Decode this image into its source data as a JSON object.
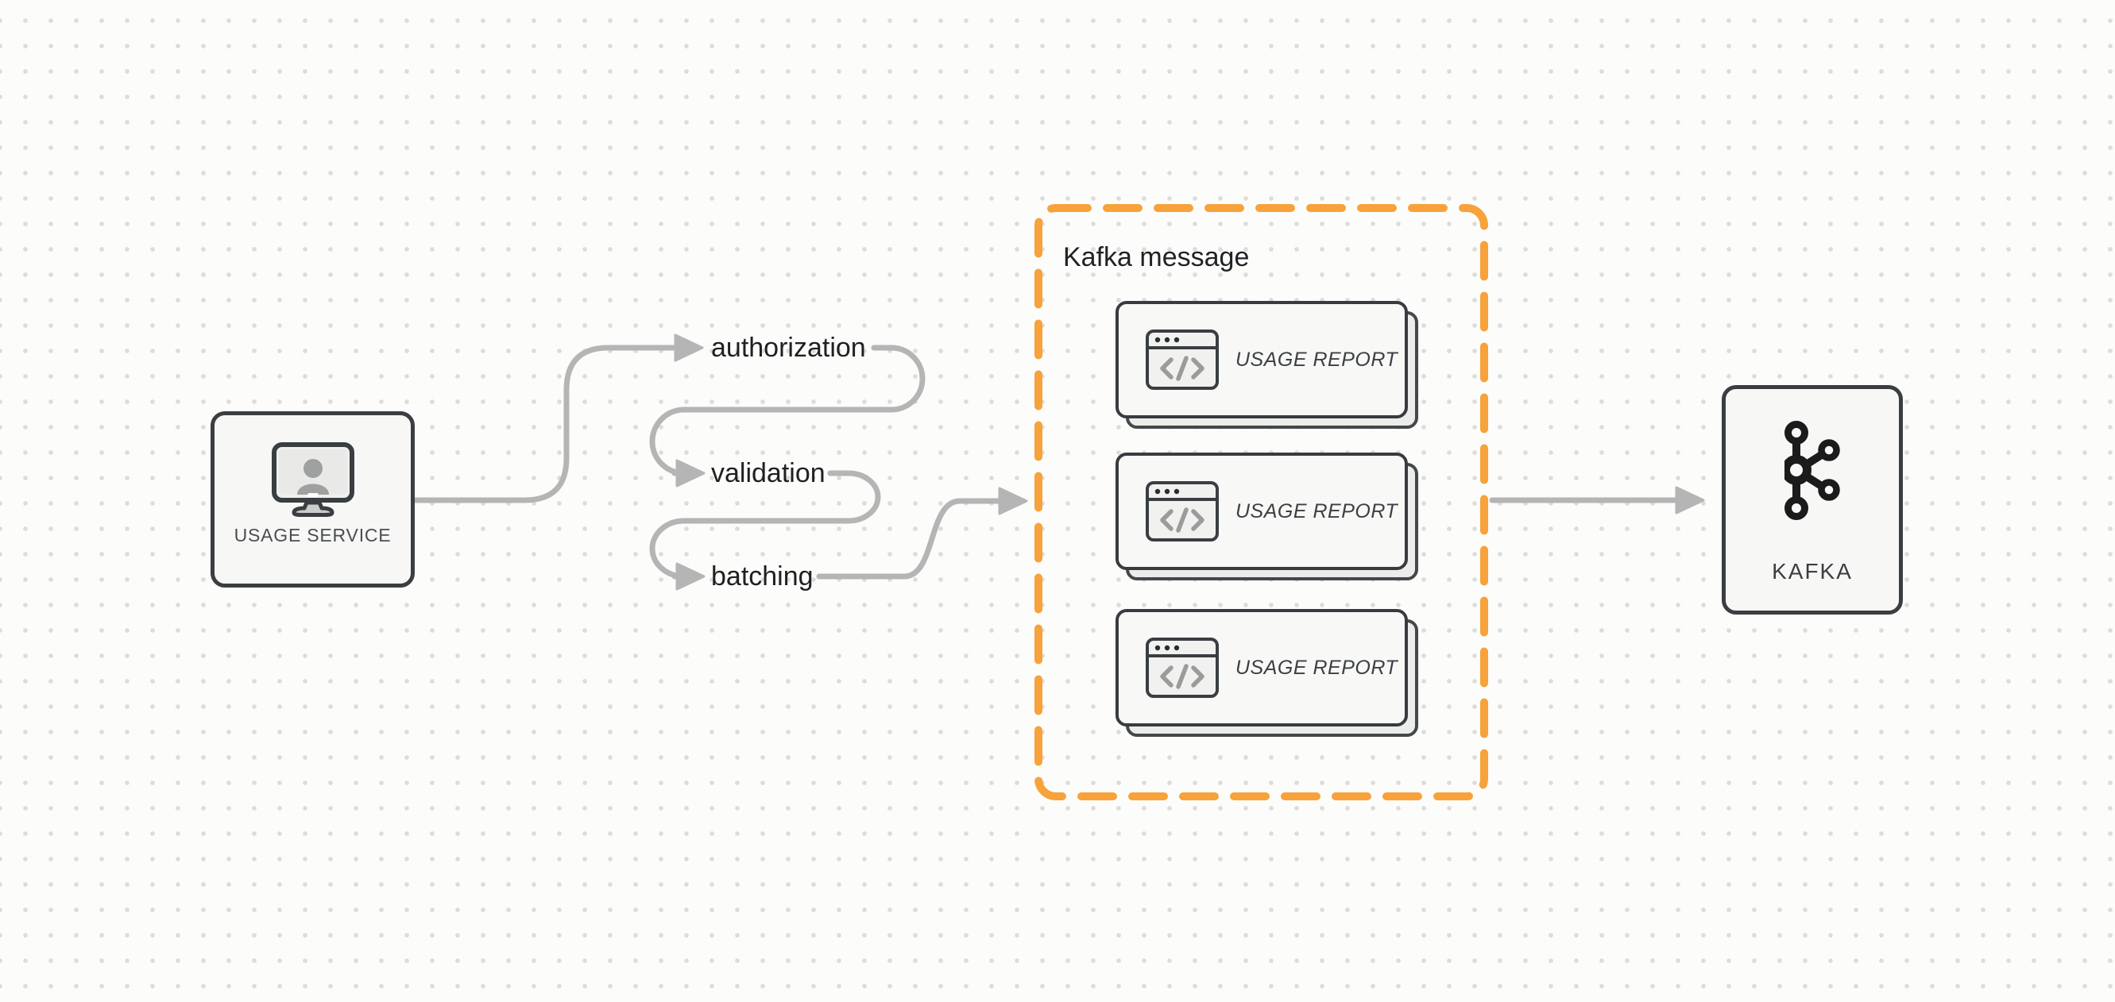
{
  "canvas": {
    "background": "#FCFCFB",
    "dot_color": "#DCDCDB"
  },
  "colors": {
    "accent_orange": "#F7A23B",
    "arrow_gray": "#B5B5B5",
    "border_dark": "#3A3E41",
    "node_fill": "#F7F7F5",
    "card_fill": "#F8F8F6",
    "text_dark": "#1E2022",
    "text_muted": "#4A4E52"
  },
  "nodes": {
    "usage_service": {
      "label": "USAGE SERVICE",
      "icon": "monitor-user-icon"
    },
    "kafka": {
      "label": "KAFKA",
      "icon": "kafka-logo-icon"
    }
  },
  "pipeline": {
    "steps": [
      {
        "label": "authorization"
      },
      {
        "label": "validation"
      },
      {
        "label": "batching"
      }
    ]
  },
  "kafka_message": {
    "title": "Kafka message",
    "cards": [
      {
        "label": "USAGE REPORT",
        "icon": "code-window-icon"
      },
      {
        "label": "USAGE REPORT",
        "icon": "code-window-icon"
      },
      {
        "label": "USAGE REPORT",
        "icon": "code-window-icon"
      }
    ]
  }
}
